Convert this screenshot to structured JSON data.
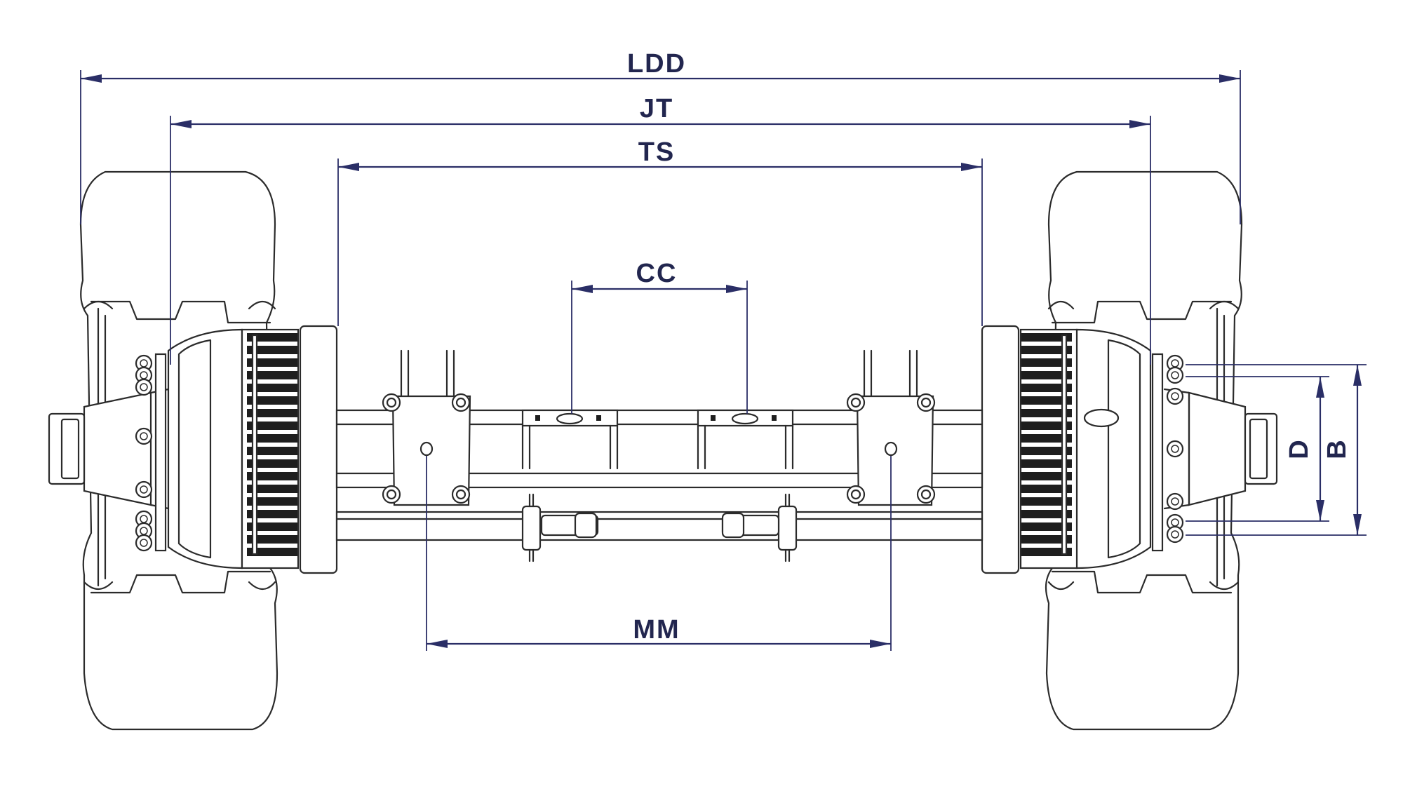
{
  "diagram": {
    "dimensions": {
      "ldd": "LDD",
      "jt": "JT",
      "ts": "TS",
      "cc": "CC",
      "mm": "MM",
      "d": "D",
      "b": "B"
    },
    "colors": {
      "dimension_line": "#2a2e66",
      "drawing_line": "#2b2b2b",
      "background": "#ffffff"
    }
  }
}
